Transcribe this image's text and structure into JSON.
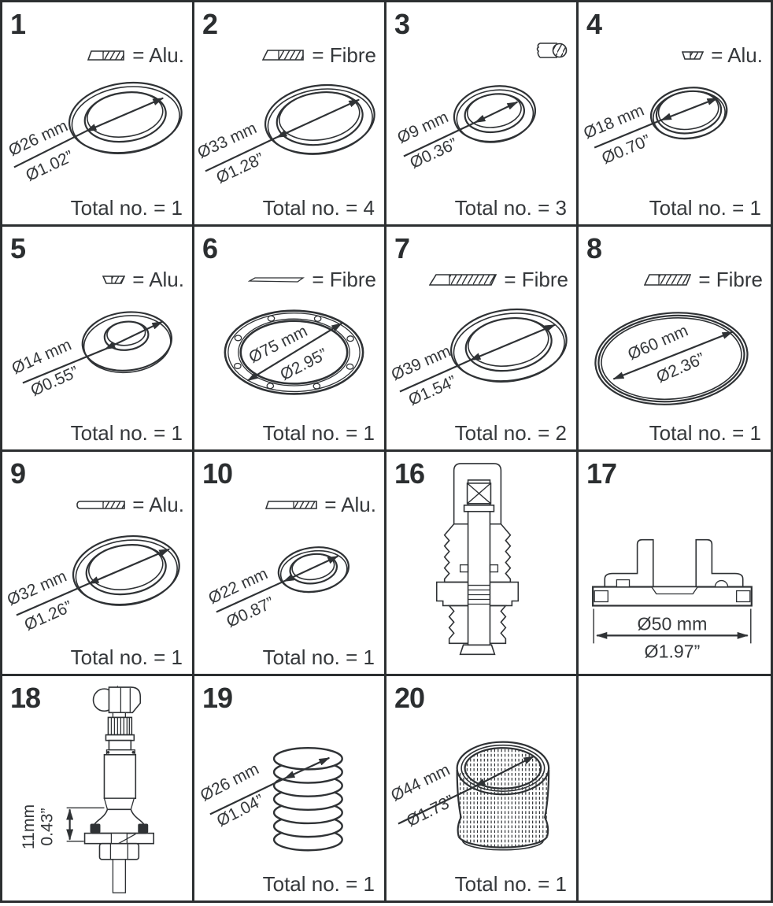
{
  "colors": {
    "ink": "#2f3235",
    "text": "#35383b",
    "border": "#2c2f31",
    "background": "#ffffff"
  },
  "panels": [
    {
      "n": "1",
      "legend": "= Alu.",
      "mm": "Ø26 mm",
      "inch": "Ø1.02”",
      "total": "Total no. = 1"
    },
    {
      "n": "2",
      "legend": "= Fibre",
      "mm": "Ø33 mm",
      "inch": "Ø1.28”",
      "total": "Total no. = 4"
    },
    {
      "n": "3",
      "mm": "Ø9 mm",
      "inch": "Ø0.36”",
      "total": "Total no. = 3"
    },
    {
      "n": "4",
      "legend": "= Alu.",
      "mm": "Ø18 mm",
      "inch": "Ø0.70”",
      "total": "Total no. = 1"
    },
    {
      "n": "5",
      "legend": "= Alu.",
      "mm": "Ø14 mm",
      "inch": "Ø0.55”",
      "total": "Total no. = 1"
    },
    {
      "n": "6",
      "legend": "= Fibre",
      "mm": "Ø75 mm",
      "inch": "Ø2.95”",
      "total": "Total no. = 1"
    },
    {
      "n": "7",
      "legend": "= Fibre",
      "mm": "Ø39 mm",
      "inch": "Ø1.54”",
      "total": "Total no. = 2"
    },
    {
      "n": "8",
      "legend": "= Fibre",
      "mm": "Ø60 mm",
      "inch": "Ø2.36”",
      "total": "Total no. = 1"
    },
    {
      "n": "9",
      "legend": "= Alu.",
      "mm": "Ø32 mm",
      "inch": "Ø1.26”",
      "total": "Total no. = 1"
    },
    {
      "n": "10",
      "legend": "= Alu.",
      "mm": "Ø22 mm",
      "inch": "Ø0.87”",
      "total": "Total no. = 1"
    },
    {
      "n": "16"
    },
    {
      "n": "17",
      "mm": "Ø50 mm",
      "inch": "Ø1.97”"
    },
    {
      "n": "18",
      "h_mm": "11mm",
      "h_in": "0.43”"
    },
    {
      "n": "19",
      "mm": "Ø26 mm",
      "inch": "Ø1.04”",
      "total": "Total no. = 1"
    },
    {
      "n": "20",
      "mm": "Ø44 mm",
      "inch": "Ø1.73”",
      "total": "Total no. = 1"
    },
    {}
  ]
}
